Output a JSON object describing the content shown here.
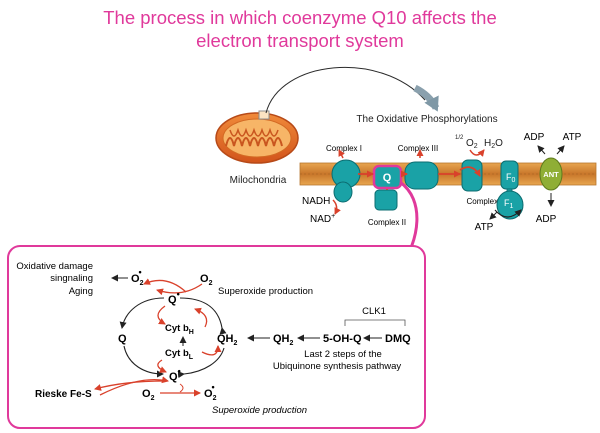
{
  "title": {
    "line1": "The process in which coenzyme Q10 affects the",
    "line2": "electron transport system"
  },
  "mitochondria": {
    "label": "Milochondria"
  },
  "oxphos": {
    "title": "The Oxidative Phosphorylations",
    "complex1": "Complex I",
    "complex2": "Complex II",
    "complex3": "Complex III",
    "complex4": "ComplexⅣ",
    "q": "Q",
    "nadh": "NADH",
    "nad": "NAD",
    "nad_sup": "+",
    "o2_frac": "1/2",
    "o2": "O",
    "o2_sub": "2",
    "h2o": "H",
    "h2o_sub": "2",
    "h2o_o": "O",
    "f0": "F",
    "f0_sub": "0",
    "f1": "F",
    "f1_sub": "1",
    "ant": "ANT",
    "atp_left": "ATP",
    "adp_top": "ADP",
    "atp_top": "ATP",
    "adp_bottom": "ADP"
  },
  "qcycle": {
    "oxidative_damage": "Oxidative damage",
    "signaling": "singnaling",
    "aging": "Aging",
    "o2dot_top": "O",
    "o2dot_top_sub": "2",
    "o2dot_top_sup": "•",
    "o2_top": "O",
    "o2_top_sub": "2",
    "superoxide_top": "Superoxide production",
    "qdot_top": "Q",
    "qdot_top_sup": "•",
    "q": "Q",
    "cytbh": "Cyt b",
    "cytbh_sub": "H",
    "cytbl": "Cyt b",
    "cytbl_sub": "L",
    "qh2_left": "QH",
    "qh2_left_sub": "2",
    "qh2_mid": "QH",
    "qh2_mid_sub": "2",
    "ohq": "5-OH-Q",
    "dmq": "DMQ",
    "clk1": "CLK1",
    "last_steps_1": "Last 2 steps of the",
    "last_steps_2": "Ubiquinone synthesis pathway",
    "qdot_bottom": "Q",
    "qdot_bottom_sup": "•",
    "rieske": "Rieske Fe-S",
    "o2_bottom": "O",
    "o2_bottom_sub": "2",
    "o2dot_bottom": "O",
    "o2dot_bottom_sub": "2",
    "o2dot_bottom_sup": "•",
    "superoxide_bottom": "Superoxide production"
  },
  "colors": {
    "title": "#e0399b",
    "box_border": "#e0399b",
    "membrane": "#d98a36",
    "complex": "#1aa2a6",
    "red_arrow": "#d9412b",
    "ant": "#8fae35",
    "gray_arrow": "#8aa0ad"
  }
}
